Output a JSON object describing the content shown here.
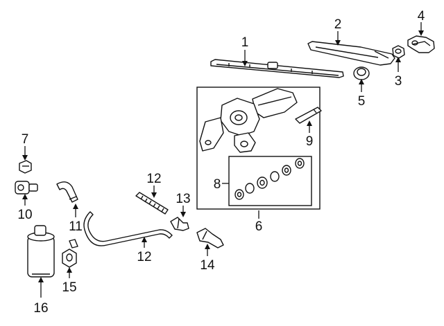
{
  "diagram": {
    "callouts": {
      "c1": "1",
      "c2": "2",
      "c3": "3",
      "c4": "4",
      "c5": "5",
      "c6": "6",
      "c7": "7",
      "c8": "8",
      "c9": "9",
      "c10": "10",
      "c11": "11",
      "c12a": "12",
      "c12b": "12",
      "c13": "13",
      "c14": "14",
      "c15": "15",
      "c16": "16"
    }
  }
}
